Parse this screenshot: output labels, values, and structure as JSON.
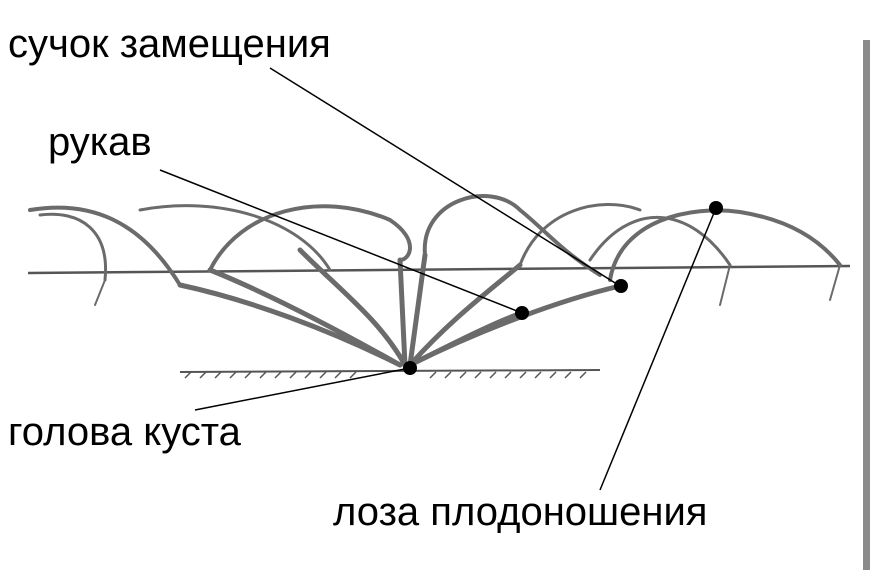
{
  "title": "Схема куста винограда",
  "labels": {
    "replacement_spur": "сучок замещения",
    "arm": "рукав",
    "head": "голова куста",
    "fruiting_cane": "лоза плодоношения"
  },
  "colors": {
    "vine": "#6b6b6b",
    "pointer": "#000000"
  }
}
